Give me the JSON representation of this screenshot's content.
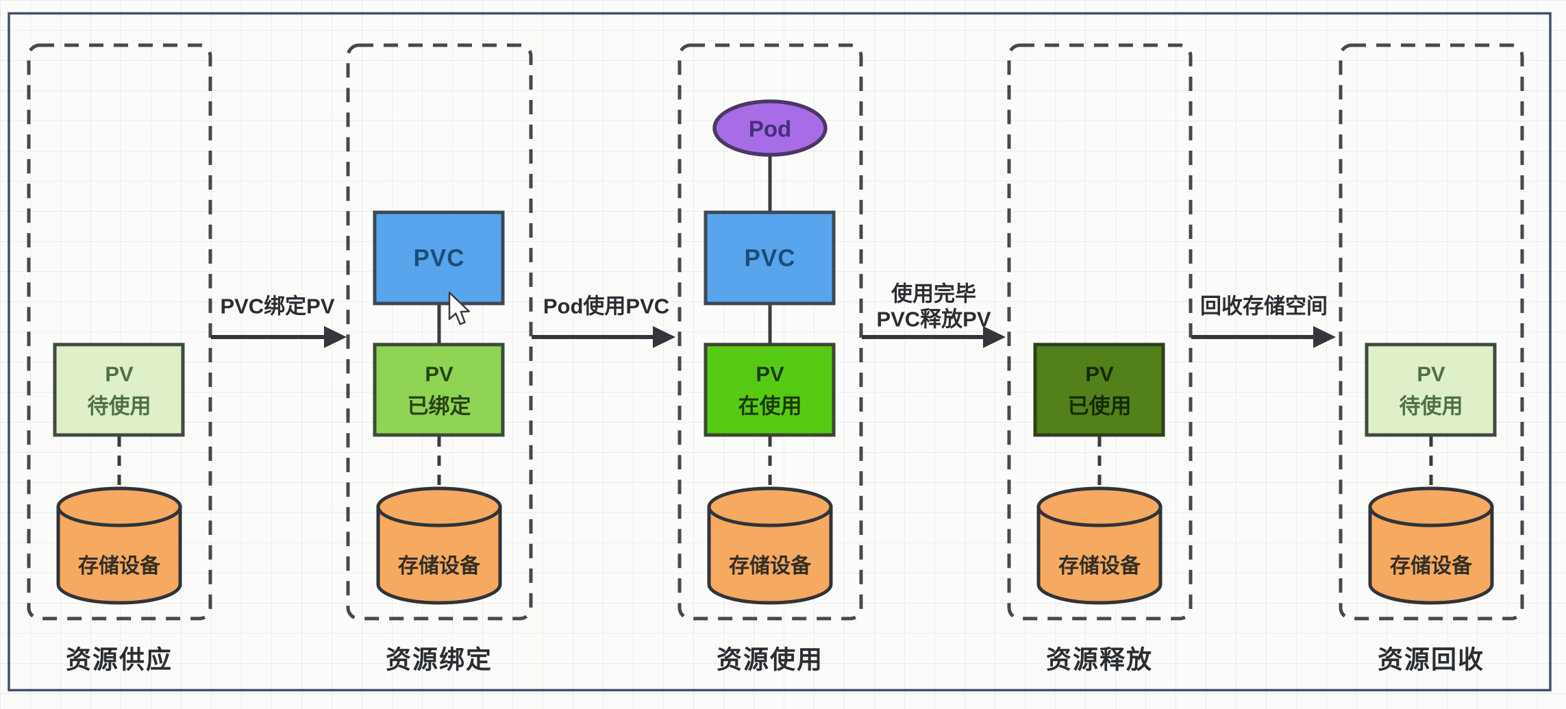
{
  "stages": [
    {
      "label": "资源供应",
      "pv_line1": "PV",
      "pv_line2": "待使用",
      "storage_label": "存储设备"
    },
    {
      "label": "资源绑定",
      "pvc_label": "PVC",
      "pv_line1": "PV",
      "pv_line2": "已绑定",
      "storage_label": "存储设备"
    },
    {
      "label": "资源使用",
      "pod_label": "Pod",
      "pvc_label": "PVC",
      "pv_line1": "PV",
      "pv_line2": "在使用",
      "storage_label": "存储设备"
    },
    {
      "label": "资源释放",
      "pv_line1": "PV",
      "pv_line2": "已使用",
      "storage_label": "存储设备"
    },
    {
      "label": "资源回收",
      "pv_line1": "PV",
      "pv_line2": "待使用",
      "storage_label": "存储设备"
    }
  ],
  "transitions": [
    {
      "lines": [
        "PVC绑定PV"
      ]
    },
    {
      "lines": [
        "Pod使用PVC"
      ]
    },
    {
      "lines": [
        "使用完毕",
        "PVC释放PV"
      ]
    },
    {
      "lines": [
        "回收存储空间"
      ]
    }
  ],
  "colors": {
    "canvas_border": "#41506b",
    "column_dash": "#45494e",
    "arrow": "#33373c",
    "connector": "#383c40",
    "pv_available_fill": "#dff0c8",
    "pv_available_text": "#4f6e49",
    "pv_bound_fill": "#90d455",
    "pv_bound_text": "#274312",
    "pv_inuse_fill": "#57cb13",
    "pv_inuse_text": "#1d3a04",
    "pv_used_fill": "#52801a",
    "pv_used_text": "#142b00",
    "pvc_fill": "#58a5ee",
    "pvc_text": "#1d4d78",
    "pod_fill": "#a86ce6",
    "pod_text": "#452f7a",
    "cylinder_fill": "#f6a960",
    "cylinder_text": "#332d26"
  }
}
